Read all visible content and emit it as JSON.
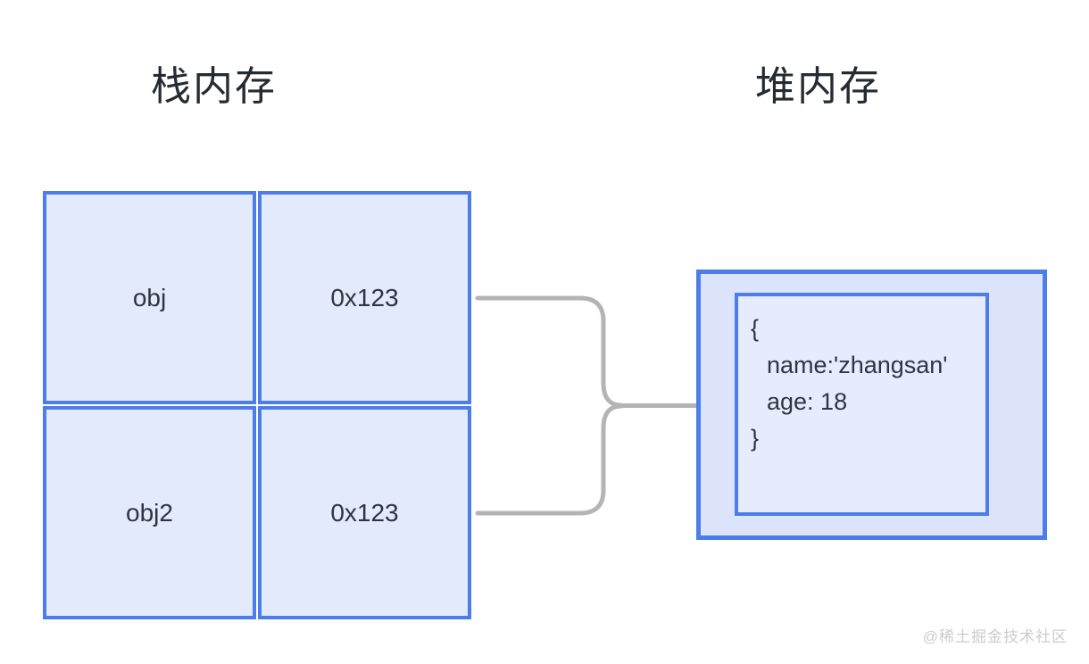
{
  "titles": {
    "stack": "栈内存",
    "heap": "堆内存"
  },
  "stack_table": {
    "rows": [
      {
        "variable": "obj",
        "address": "0x123"
      },
      {
        "variable": "obj2",
        "address": "0x123"
      }
    ]
  },
  "heap_object": {
    "lines": [
      "{",
      "name:'zhangsan'",
      "age: 18",
      "}"
    ]
  },
  "watermark": "@稀土掘金技术社区",
  "icons": {
    "arrowhead": "right-arrowhead-icon"
  },
  "colors": {
    "box_border": "#4d7de9",
    "cell_fill": "#e3eafc",
    "heap_outer_fill": "#dbe4fa",
    "heap_inner_fill": "#e6ecfd",
    "arrow_gray": "#b4b4b4",
    "text_dark": "#2e3440",
    "title_dark": "#262b33",
    "watermark_gray": "#cccccc"
  }
}
